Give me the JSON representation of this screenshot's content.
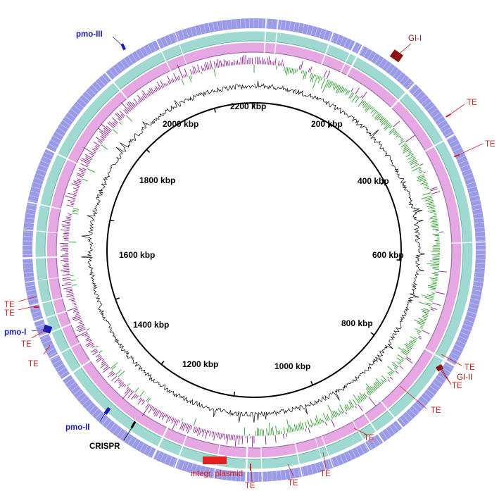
{
  "diagram": {
    "genome_length_kbp": 2300,
    "scale_labels": [
      "200 kbp",
      "400 kbp",
      "600 kbp",
      "800 kbp",
      "1000 kbp",
      "1200 kbp",
      "1400 kbp",
      "1600 kbp",
      "1800 kbp",
      "2000 kbp",
      "2200 kbp"
    ],
    "scale_positions_kbp": [
      200,
      400,
      600,
      800,
      1000,
      1200,
      1400,
      1600,
      1800,
      2000,
      2200
    ],
    "annotations": [
      {
        "label": "pmo-III",
        "color": "blue"
      },
      {
        "label": "GI-I",
        "color": "dark"
      },
      {
        "label": "TE",
        "color": "red"
      },
      {
        "label": "TE",
        "color": "red"
      },
      {
        "label": "TE",
        "color": "red"
      },
      {
        "label": "TE",
        "color": "red"
      },
      {
        "label": "GI-II",
        "color": "dark"
      },
      {
        "label": "TE",
        "color": "red"
      },
      {
        "label": "TE",
        "color": "red"
      },
      {
        "label": "TE",
        "color": "red"
      },
      {
        "label": "TE",
        "color": "red"
      },
      {
        "label": "TE",
        "color": "red"
      },
      {
        "label": "integr. plasmid",
        "color": "red"
      },
      {
        "label": "CRISPR",
        "color": "black"
      },
      {
        "label": "pmo-II",
        "color": "blue"
      },
      {
        "label": "TE",
        "color": "red"
      },
      {
        "label": "TE",
        "color": "red"
      },
      {
        "label": "pmo-I",
        "color": "blue"
      },
      {
        "label": "TE",
        "color": "red"
      },
      {
        "label": "TE",
        "color": "red"
      }
    ],
    "colors": {
      "outer_ring": "#9a9ae6",
      "teal_ring": "#9fd9d2",
      "pink_ring": "#e6a8e3",
      "gc_skew_positive": "#2e9e2e",
      "gc_skew_negative": "#8c1e8c",
      "gc_content": "#000000",
      "scale_circle": "#000000",
      "te": "#d42020",
      "pmo": "#1a1ab4",
      "gi": "#8c1414"
    }
  }
}
